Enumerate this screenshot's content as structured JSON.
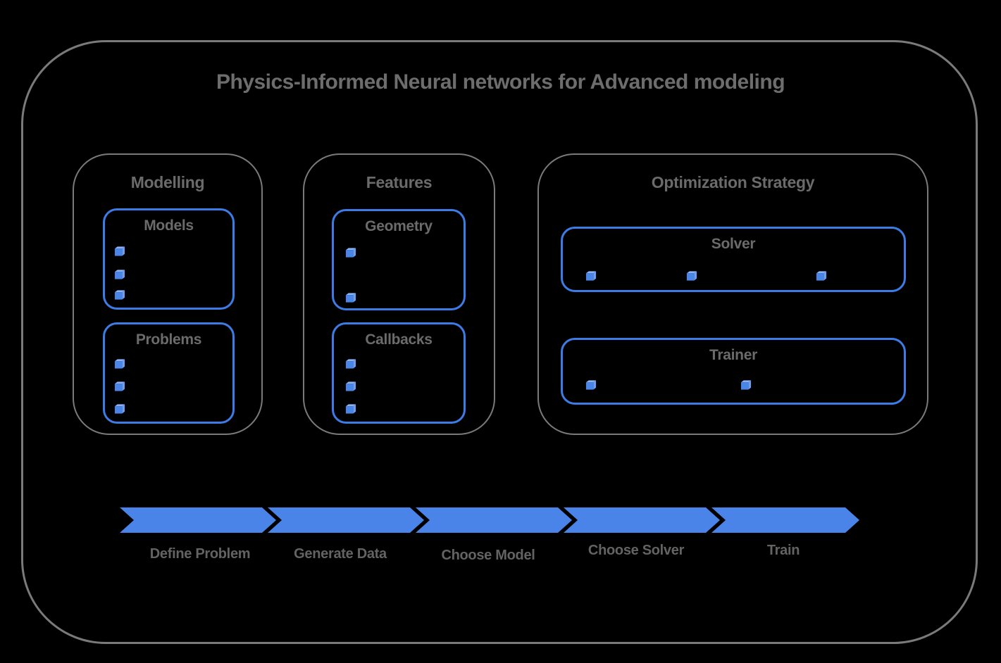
{
  "title": "Physics-Informed Neural networks for Advanced modeling",
  "sections": [
    {
      "label": "Modelling",
      "groups": [
        {
          "label": "Models",
          "bullets": 3
        },
        {
          "label": "Problems",
          "bullets": 3
        }
      ]
    },
    {
      "label": "Features",
      "groups": [
        {
          "label": "Geometry",
          "bullets": 2
        },
        {
          "label": "Callbacks",
          "bullets": 3
        }
      ]
    },
    {
      "label": "Optimization Strategy",
      "groups": [
        {
          "label": "Solver",
          "bullets": 3
        },
        {
          "label": "Trainer",
          "bullets": 2
        }
      ]
    }
  ],
  "process_arrow": {
    "steps": [
      "Define Problem",
      "Generate Data",
      "Choose Model",
      "Choose Solver",
      "Train"
    ]
  },
  "icons": {
    "bullet": "cube-icon"
  },
  "colors": {
    "background": "#000000",
    "frame_border": "#7a7a7a",
    "accent_blue": "#3d7ce6",
    "arrow_blue": "#4a84e8",
    "cube_front": "#4a85e8",
    "cube_top": "#8ab2f4",
    "cube_side": "#6d9ef0",
    "title_text": "#6d6d6d",
    "label_text": "#6b6b6b",
    "step_text": "#636363"
  }
}
